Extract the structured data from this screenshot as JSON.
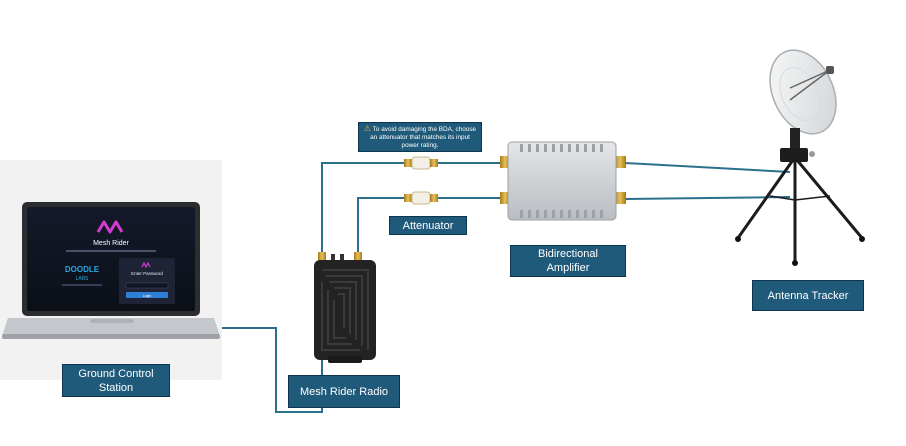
{
  "nodes": {
    "ground_control_station": "Ground Control\nStation",
    "mesh_rider_radio": "Mesh Rider Radio",
    "attenuator": "Attenuator",
    "bidirectional_amplifier": "Bidirectional\nAmplifier",
    "antenna_tracker": "Antenna Tracker"
  },
  "warning": {
    "icon": "warning-icon",
    "text": "To avoid damaging the BDA, choose an attenuator that matches its input power rating."
  },
  "laptop_screen": {
    "app_name": "Mesh Rider",
    "brand_line1": "DOODLE",
    "brand_line2": "LABS",
    "password_prompt": "Enter Password",
    "login_label": "Login"
  },
  "colors": {
    "label_fill": "#1f5a7a",
    "cable": "#2a6f8c",
    "warning_icon": "#f2b01e"
  }
}
